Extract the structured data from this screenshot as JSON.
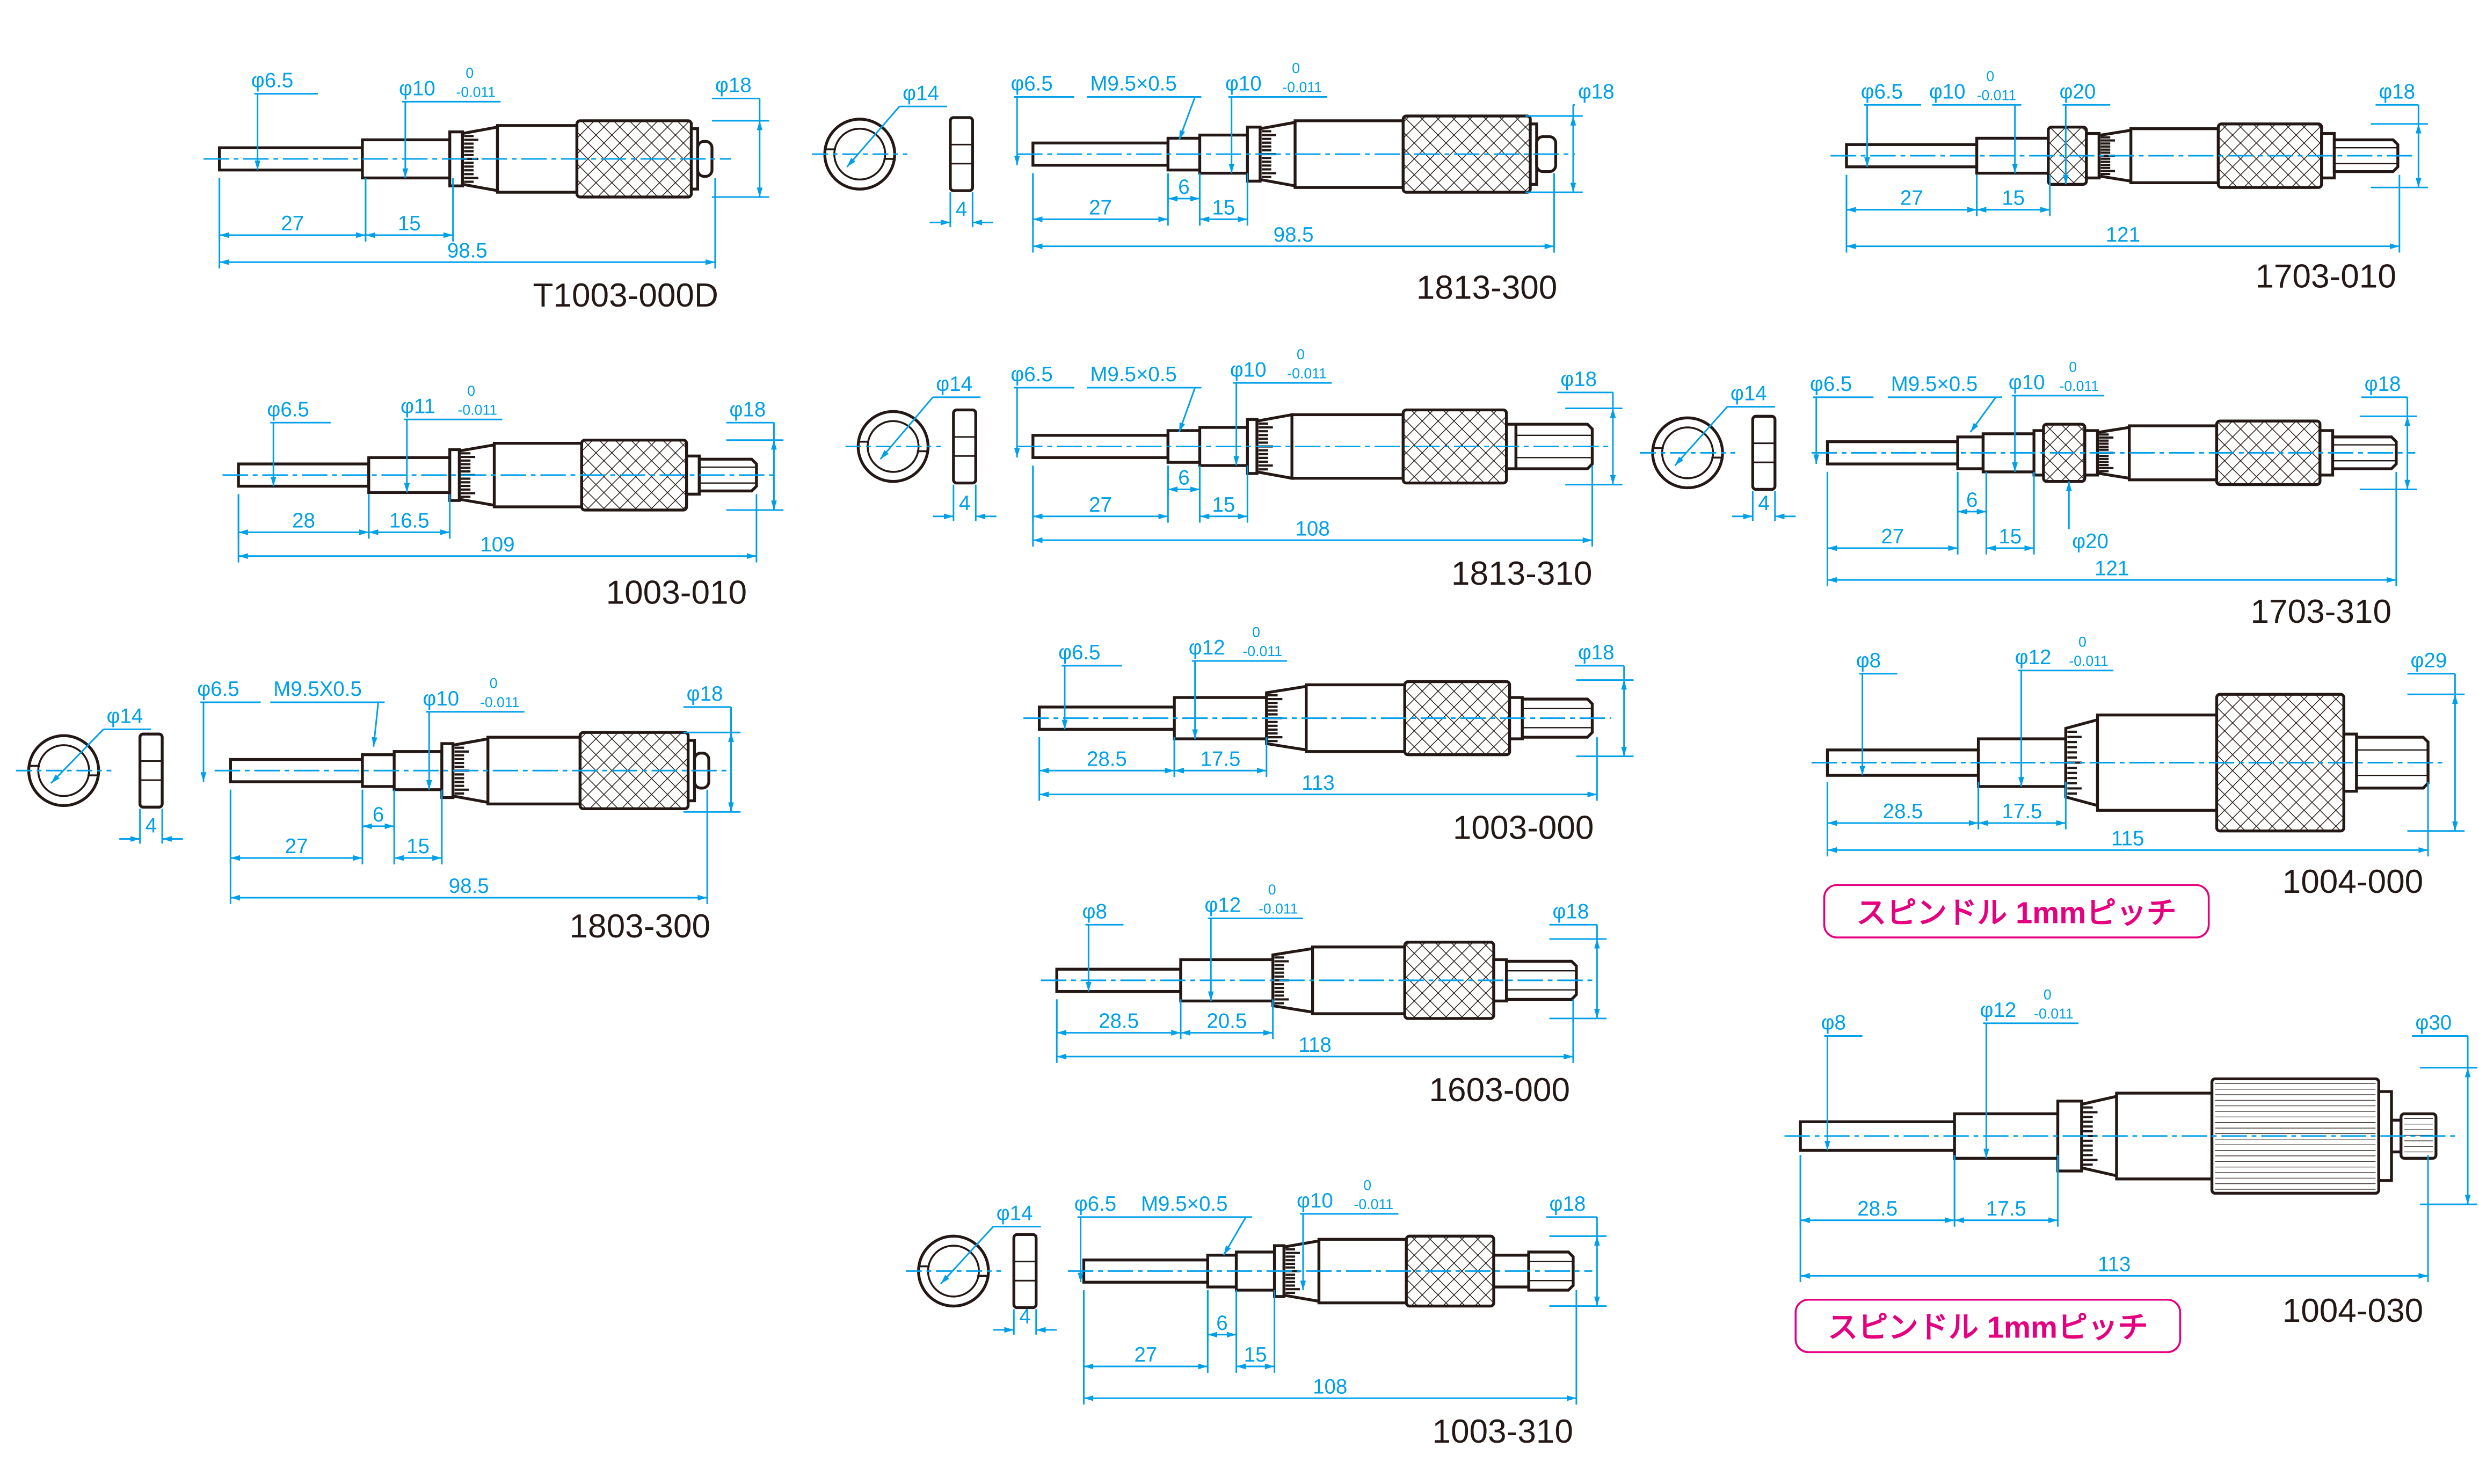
{
  "colors": {
    "dimension": "#00a0e9",
    "outline": "#231815",
    "note": "#e4007f"
  },
  "drawings": [
    {
      "model": "T1003-000D",
      "labels": {
        "d_spindle": "φ6.5",
        "d_sleeve": "φ10",
        "tol_upper": "0",
        "tol_lower": "-0.011",
        "d_max": "φ18",
        "len_spindle": "27",
        "len_sleeve": "15",
        "len_total": "98.5"
      }
    },
    {
      "model": "1813-300",
      "labels": {
        "nut_dia": "φ14",
        "nut_width": "4",
        "d_spindle": "φ6.5",
        "thread": "M9.5×0.5",
        "d_sleeve": "φ10",
        "tol_upper": "0",
        "tol_lower": "-0.011",
        "d_max": "φ18",
        "len_spindle": "27",
        "len_thread": "6",
        "len_sleeve": "15",
        "len_total": "98.5"
      }
    },
    {
      "model": "1703-010",
      "labels": {
        "d_spindle": "φ6.5",
        "d_sleeve": "φ10",
        "tol_upper": "0",
        "tol_lower": "-0.011",
        "d_ring": "φ20",
        "d_max": "φ18",
        "len_spindle": "27",
        "len_sleeve": "15",
        "len_total": "121"
      }
    },
    {
      "model": "1003-010",
      "labels": {
        "d_spindle": "φ6.5",
        "d_sleeve": "φ11",
        "tol_upper": "0",
        "tol_lower": "-0.011",
        "d_max": "φ18",
        "len_spindle": "28",
        "len_sleeve": "16.5",
        "len_total": "109"
      }
    },
    {
      "model": "1813-310",
      "labels": {
        "nut_dia": "φ14",
        "nut_width": "4",
        "d_spindle": "φ6.5",
        "thread": "M9.5×0.5",
        "d_sleeve": "φ10",
        "tol_upper": "0",
        "tol_lower": "-0.011",
        "d_max": "φ18",
        "len_spindle": "27",
        "len_thread": "6",
        "len_sleeve": "15",
        "len_total": "108"
      }
    },
    {
      "model": "1703-310",
      "labels": {
        "nut_dia": "φ14",
        "nut_width": "4",
        "d_spindle": "φ6.5",
        "thread": "M9.5×0.5",
        "d_sleeve": "φ10",
        "tol_upper": "0",
        "tol_lower": "-0.011",
        "d_max": "φ18",
        "d_ring": "φ20",
        "len_spindle": "27",
        "len_thread": "6",
        "len_sleeve": "15",
        "len_total": "121"
      }
    },
    {
      "model": "1803-300",
      "labels": {
        "nut_dia": "φ14",
        "nut_width": "4",
        "d_spindle": "φ6.5",
        "thread": "M9.5X0.5",
        "d_sleeve": "φ10",
        "tol_upper": "0",
        "tol_lower": "-0.011",
        "d_max": "φ18",
        "len_spindle": "27",
        "len_thread": "6",
        "len_sleeve": "15",
        "len_total": "98.5"
      }
    },
    {
      "model": "1003-000",
      "labels": {
        "d_spindle": "φ6.5",
        "d_sleeve": "φ12",
        "tol_upper": "0",
        "tol_lower": "-0.011",
        "d_max": "φ18",
        "len_spindle": "28.5",
        "len_sleeve": "17.5",
        "len_total": "113"
      }
    },
    {
      "model": "1004-000",
      "labels": {
        "d_spindle": "φ8",
        "d_sleeve": "φ12",
        "tol_upper": "0",
        "tol_lower": "-0.011",
        "d_max": "φ29",
        "len_spindle": "28.5",
        "len_sleeve": "17.5",
        "len_total": "115",
        "note": "スピンドル 1mmピッチ"
      }
    },
    {
      "model": "1603-000",
      "labels": {
        "d_spindle": "φ8",
        "d_sleeve": "φ12",
        "tol_upper": "0",
        "tol_lower": "-0.011",
        "d_max": "φ18",
        "len_spindle": "28.5",
        "len_sleeve": "20.5",
        "len_total": "118"
      }
    },
    {
      "model": "1004-030",
      "labels": {
        "d_spindle": "φ8",
        "d_sleeve": "φ12",
        "tol_upper": "0",
        "tol_lower": "-0.011",
        "d_max": "φ30",
        "len_spindle": "28.5",
        "len_sleeve": "17.5",
        "len_total": "113",
        "note": "スピンドル 1mmピッチ"
      }
    },
    {
      "model": "1003-310",
      "labels": {
        "nut_dia": "φ14",
        "nut_width": "4",
        "d_spindle": "φ6.5",
        "thread": "M9.5×0.5",
        "d_sleeve": "φ10",
        "tol_upper": "0",
        "tol_lower": "-0.011",
        "d_max": "φ18",
        "len_spindle": "27",
        "len_thread": "6",
        "len_sleeve": "15",
        "len_total": "108"
      }
    }
  ]
}
